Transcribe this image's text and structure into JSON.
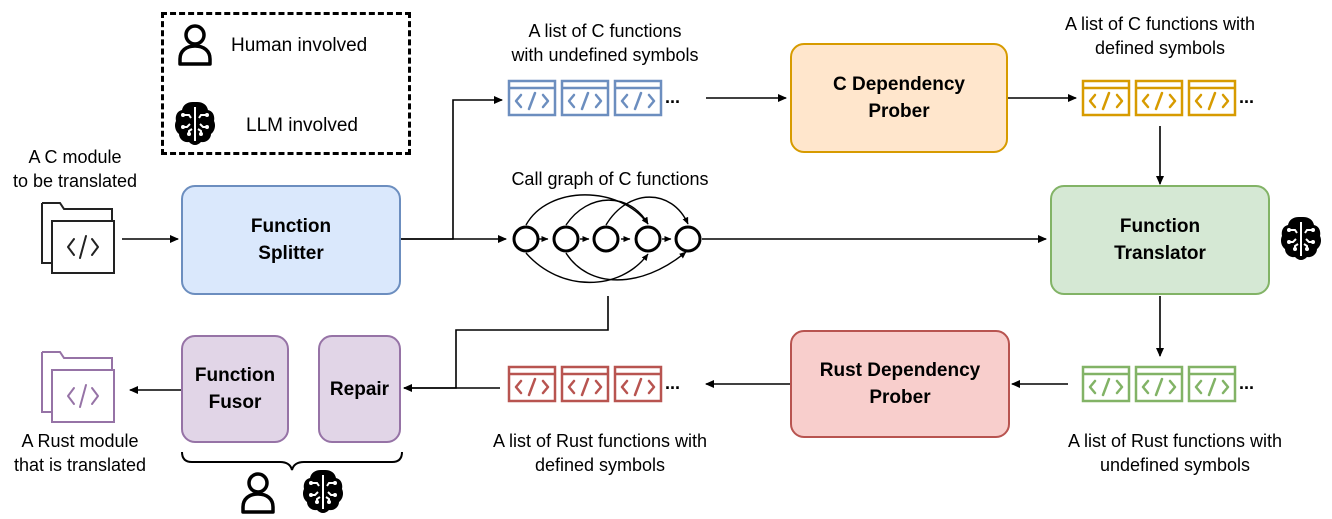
{
  "legend": {
    "human_label": "Human involved",
    "llm_label": "LLM involved"
  },
  "input": {
    "label_line1": "A C module",
    "label_line2": "to be translated"
  },
  "output": {
    "label_line1": "A Rust module",
    "label_line2": "that is translated"
  },
  "boxes": {
    "function_splitter": "Function\nSplitter",
    "c_dependency_prober": "C Dependency\nProber",
    "function_translator": "Function\nTranslator",
    "rust_dependency_prober": "Rust Dependency\nProber",
    "repair": "Repair",
    "function_fusor": "Function\nFusor"
  },
  "labels": {
    "c_undefined_line1": "A list of C functions",
    "c_undefined_line2": "with undefined symbols",
    "c_defined_line1": "A list of C functions with",
    "c_defined_line2": "defined symbols",
    "call_graph": "Call graph of C functions",
    "rust_undefined_line1": "A list of Rust functions with",
    "rust_undefined_line2": "undefined symbols",
    "rust_defined_line1": "A list of Rust functions with",
    "rust_defined_line2": "defined symbols"
  },
  "ellipsis": "...",
  "icons": [
    "person-icon",
    "brain-icon",
    "folder-code-icon",
    "code-window-icon"
  ],
  "colors": {
    "blue_fill": "#dae8fc",
    "blue_stroke": "#6c8ebf",
    "orange_fill": "#ffe6cc",
    "orange_stroke": "#d79b00",
    "green_fill": "#d5e8d4",
    "green_stroke": "#82b366",
    "red_fill": "#f8cecc",
    "red_stroke": "#b85450",
    "purple_fill": "#e1d5e7",
    "purple_stroke": "#9673a6"
  }
}
